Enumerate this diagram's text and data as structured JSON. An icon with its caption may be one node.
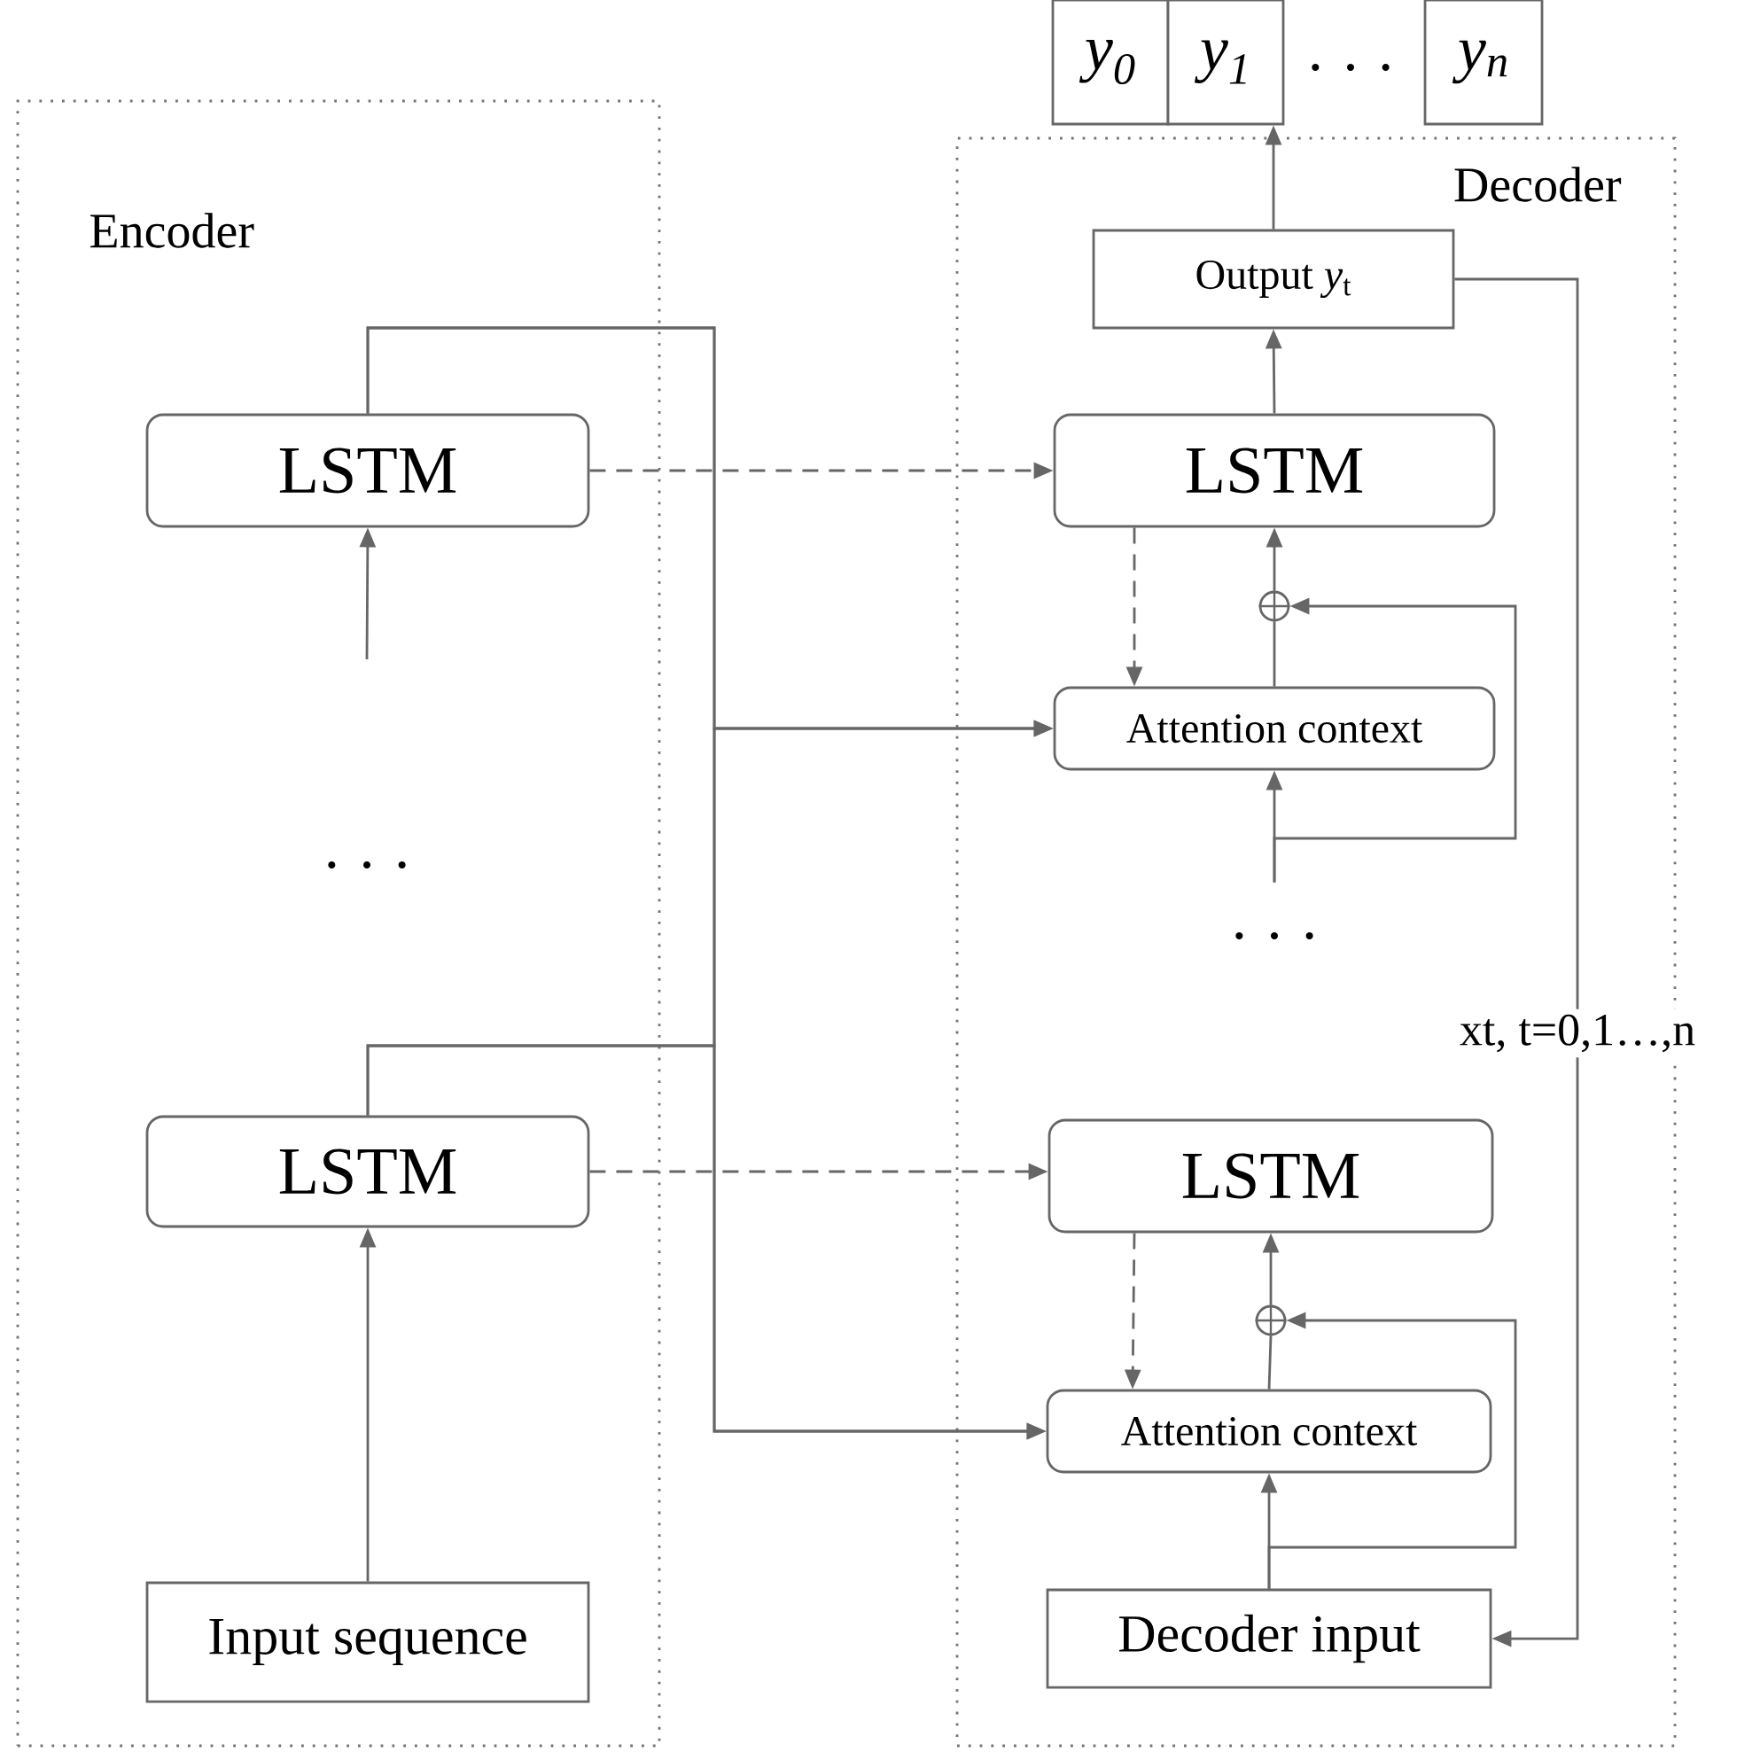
{
  "diagram": {
    "nodes": [
      {
        "text": [
          "Encoder"
        ]
      },
      {
        "text": [
          "LSTM"
        ],
        "in": 0
      },
      {
        "text": [
          ". . ."
        ],
        "in": 0
      },
      {
        "text": [
          "LSTM"
        ],
        "in": 0
      },
      {
        "text": [
          "Input sequence"
        ],
        "in": 0
      },
      {
        "text": [
          "y$_{0}$"
        ]
      },
      {
        "text": [
          "y$_{1}$"
        ]
      },
      {
        "text": [
          "y$_{n}$"
        ]
      },
      {
        "text": [
          "Decoder"
        ]
      },
      {
        "text": [
          "Output *y*$_{t}$"
        ],
        "in": 8
      },
      {
        "text": [
          "LSTM"
        ],
        "in": 8
      },
      {
        "text": [],
        "shape": "circle",
        "in": 8
      },
      {
        "text": [
          "Attention context"
        ],
        "in": 8
      },
      {
        "text": [
          ". . ."
        ],
        "in": 8
      },
      {
        "text": [
          "LSTM"
        ],
        "in": 8
      },
      {
        "text": [],
        "shape": "circle",
        "in": 8
      },
      {
        "text": [
          "Attention context"
        ],
        "in": 8
      },
      {
        "text": [
          "Decoder input"
        ],
        "in": 8
      }
    ],
    "edges": [
      {
        "from": 1,
        "to": 10,
        "arrow": "to",
        "style": "dashed"
      },
      {
        "from": 3,
        "to": 14,
        "arrow": "to",
        "style": "dashed"
      },
      {
        "from": 1,
        "to": 12,
        "arrow": "to"
      },
      {
        "from": 1,
        "to": 16,
        "arrow": "to"
      },
      {
        "from": 3,
        "to": 12,
        "arrow": "to"
      },
      {
        "from": 3,
        "to": 16,
        "arrow": "to"
      },
      {
        "from": 4,
        "to": 3,
        "arrow": "to"
      },
      {
        "from": null,
        "to": 1,
        "arrow": "to"
      },
      {
        "from": 10,
        "to": 12,
        "arrow": "to",
        "style": "dashed"
      },
      {
        "from": 14,
        "to": 16,
        "arrow": "to",
        "style": "dashed"
      },
      {
        "from": 12,
        "to": 11,
        "arrow": "none"
      },
      {
        "from": 11,
        "to": 10,
        "arrow": "to"
      },
      {
        "from": 13,
        "to": 12,
        "arrow": "to"
      },
      {
        "from": 13,
        "to": 11,
        "arrow": "to"
      },
      {
        "from": 17,
        "to": 16,
        "arrow": "to"
      },
      {
        "from": 17,
        "to": 15,
        "arrow": "to"
      },
      {
        "from": 16,
        "to": 15,
        "arrow": "none"
      },
      {
        "from": 15,
        "to": 14,
        "arrow": "to"
      },
      {
        "from": 10,
        "to": 9,
        "arrow": "to"
      },
      {
        "from": 9,
        "to": 6,
        "arrow": "to"
      },
      {
        "from": 9,
        "to": 17,
        "arrow": "to",
        "label": "xt, t=0,1…,n"
      }
    ],
    "labels": [
      ". . ."
    ]
  }
}
